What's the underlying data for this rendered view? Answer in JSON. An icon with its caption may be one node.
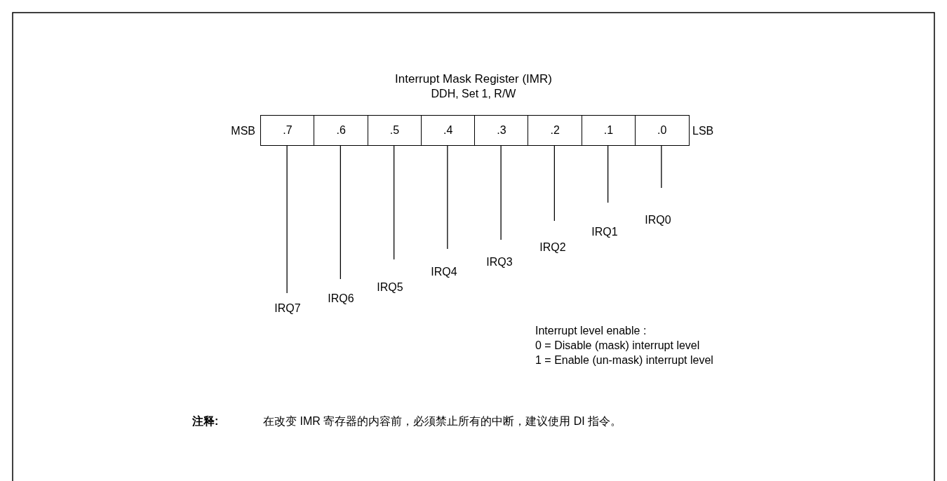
{
  "diagram": {
    "title": "Interrupt Mask Register (IMR)",
    "nodes": [
      {
        "text": [
          ".7"
        ]
      },
      {
        "text": [
          ".6"
        ]
      },
      {
        "text": [
          ".5"
        ]
      },
      {
        "text": [
          ".4"
        ]
      },
      {
        "text": [
          ".3"
        ]
      },
      {
        "text": [
          ".2"
        ]
      },
      {
        "text": [
          ".1"
        ]
      },
      {
        "text": [
          ".0"
        ]
      },
      {
        "text": [
          "IRQ7"
        ]
      },
      {
        "text": [
          "IRQ6"
        ]
      },
      {
        "text": [
          "IRQ5"
        ]
      },
      {
        "text": [
          "IRQ4"
        ]
      },
      {
        "text": [
          "IRQ3"
        ]
      },
      {
        "text": [
          "IRQ2"
        ]
      },
      {
        "text": [
          "IRQ1"
        ]
      },
      {
        "text": [
          "IRQ0"
        ]
      }
    ],
    "edges": [
      {
        "from": 0,
        "to": 8,
        "arrow": "none"
      },
      {
        "from": 1,
        "to": 9,
        "arrow": "none"
      },
      {
        "from": 2,
        "to": 10,
        "arrow": "none"
      },
      {
        "from": 3,
        "to": 11,
        "arrow": "none"
      },
      {
        "from": 4,
        "to": 12,
        "arrow": "none"
      },
      {
        "from": 5,
        "to": 13,
        "arrow": "none"
      },
      {
        "from": 6,
        "to": 14,
        "arrow": "none"
      },
      {
        "from": 7,
        "to": 15,
        "arrow": "none"
      }
    ],
    "labels": [
      "DDH, Set 1, R/W",
      "MSB",
      "LSB",
      "Interrupt level enable :",
      "0 = Disable (mask) interrupt level",
      "1 = Enable (un-mask) interrupt level",
      "注释:",
      "在改变 IMR 寄存器的内容前，必须禁止所有的中断，建议使用 DI 指令。"
    ]
  }
}
